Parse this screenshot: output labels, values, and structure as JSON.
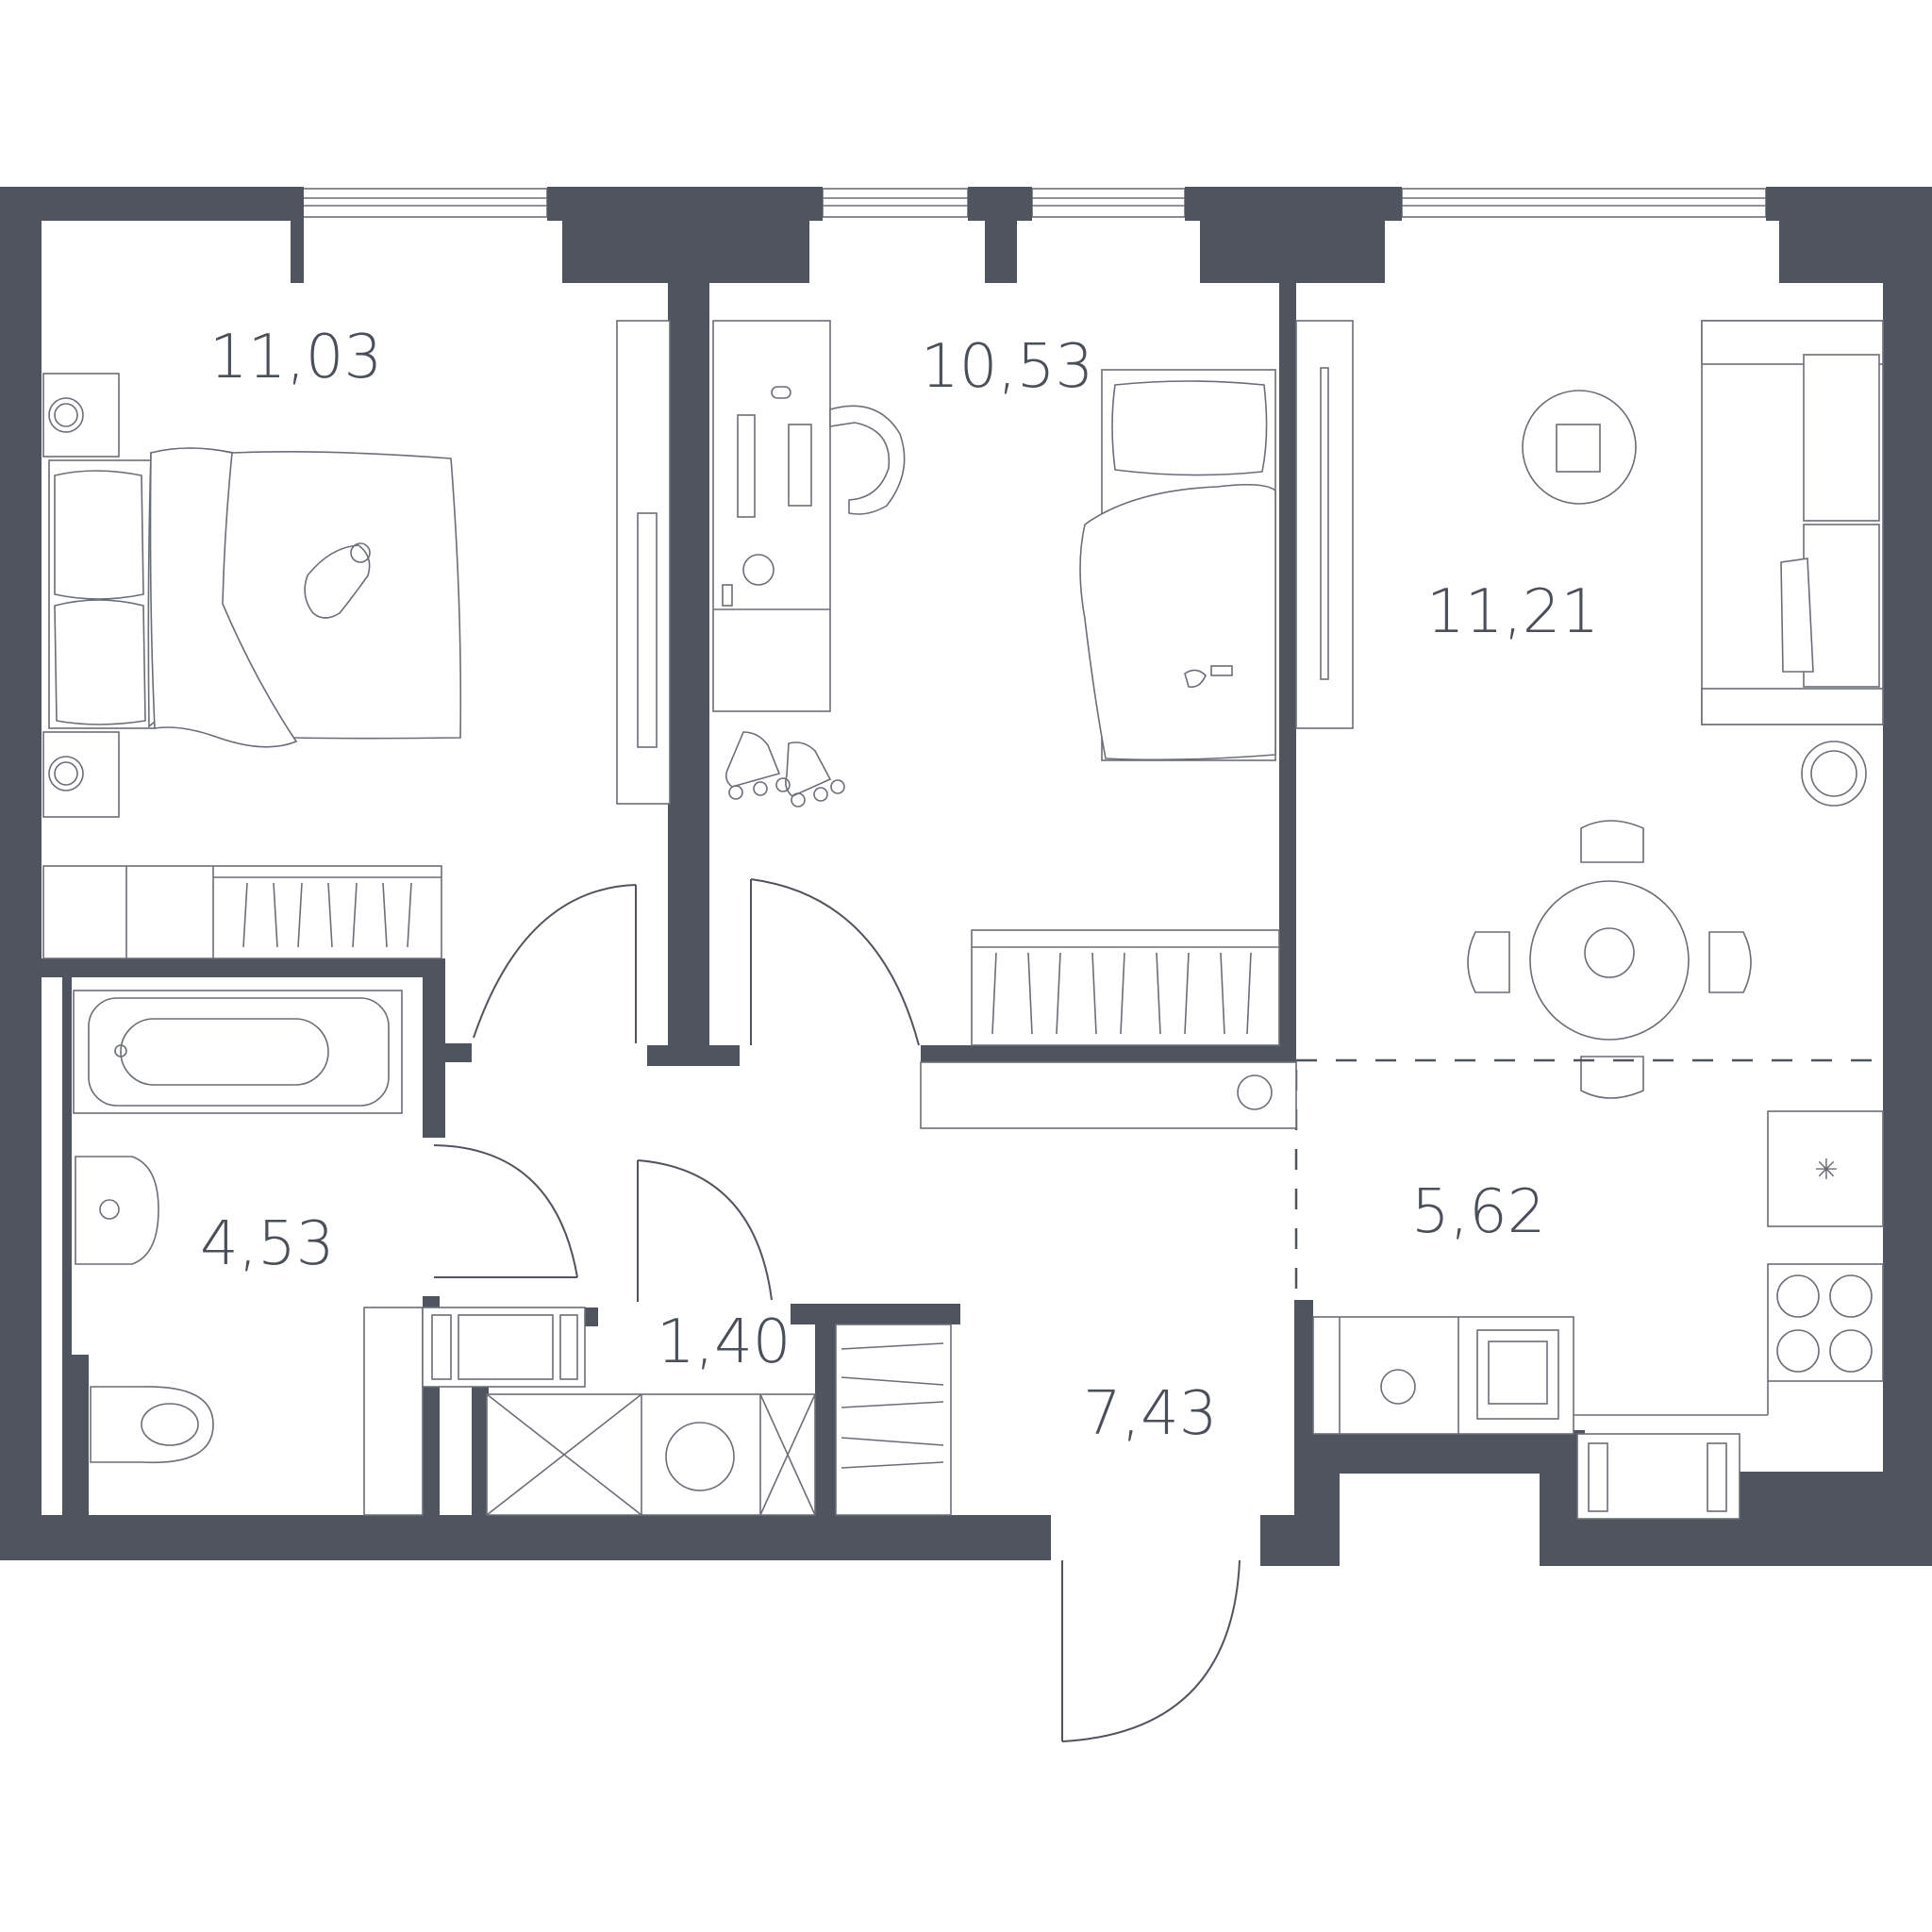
{
  "rooms": {
    "bedroom_1": "11,03",
    "bedroom_2": "10,53",
    "living_room": "11,21",
    "kitchen": "5,62",
    "bathroom": "4,53",
    "wc": "1,40",
    "hallway": "7,43"
  },
  "colors": {
    "wall": "#50545f",
    "line": "#6a6e78",
    "text": "#4a4f5a",
    "background": "#ffffff"
  }
}
